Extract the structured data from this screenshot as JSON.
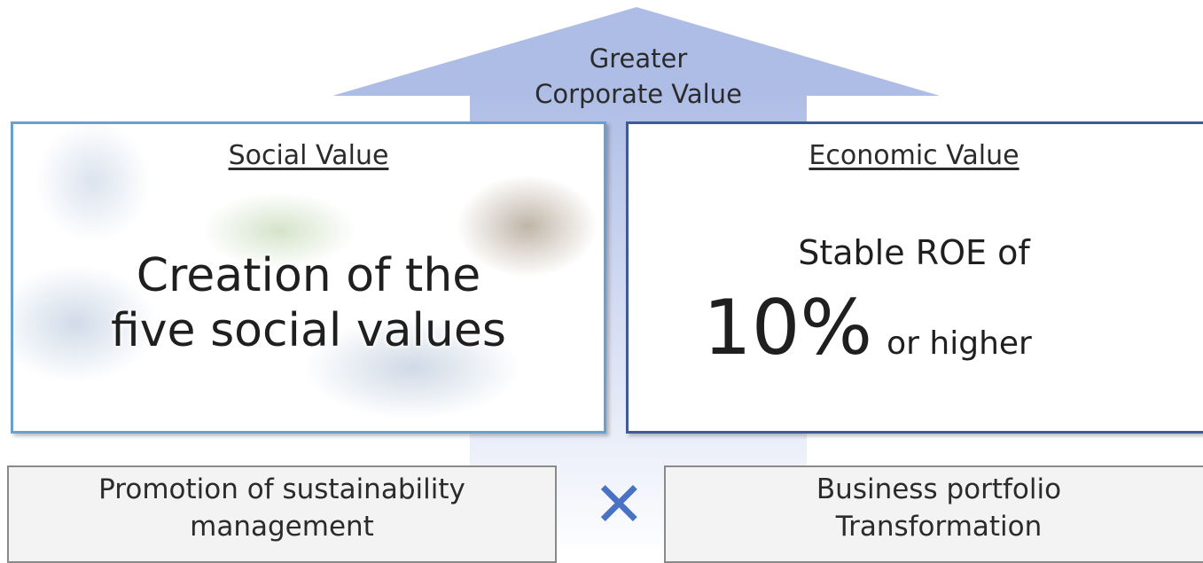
{
  "arrow": {
    "label_line1": "Greater",
    "label_line2": "Corporate Value",
    "color": "#aebde6"
  },
  "social_value": {
    "heading": "Social Value",
    "main_line1": "Creation of the",
    "main_line2": "five social values",
    "border_color": "#6a9fd0"
  },
  "economic_value": {
    "heading": "Economic Value",
    "line1": "Stable ROE of",
    "big_value": "10%",
    "suffix": "or higher",
    "border_color": "#3f5a94"
  },
  "pillars": {
    "left_line1": "Promotion of sustainability",
    "left_line2": "management",
    "right_line1": "Business portfolio",
    "right_line2": "Transformation"
  },
  "operator": {
    "icon": "multiply-icon",
    "symbol": "✕",
    "color": "#4a72c4"
  }
}
